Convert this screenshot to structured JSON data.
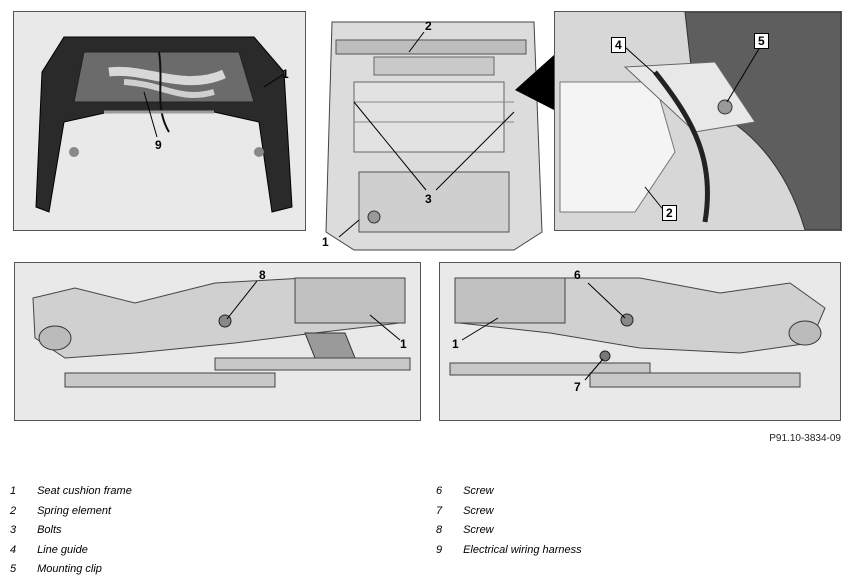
{
  "callouts": {
    "c1": "1",
    "c2": "2",
    "c3": "3",
    "c4": "4",
    "c5": "5",
    "c6": "6",
    "c7": "7",
    "c8": "8",
    "c9": "9"
  },
  "figure_ref": "P91.10-3834-09",
  "legend_left": [
    {
      "num": "1",
      "label": "Seat cushion frame"
    },
    {
      "num": "2",
      "label": "Spring element"
    },
    {
      "num": "3",
      "label": "Bolts"
    },
    {
      "num": "4",
      "label": "Line guide"
    },
    {
      "num": "5",
      "label": "Mounting clip"
    }
  ],
  "legend_right": [
    {
      "num": "6",
      "label": "Screw"
    },
    {
      "num": "7",
      "label": "Screw"
    },
    {
      "num": "8",
      "label": "Screw"
    },
    {
      "num": "9",
      "label": "Electrical wiring harness"
    }
  ]
}
